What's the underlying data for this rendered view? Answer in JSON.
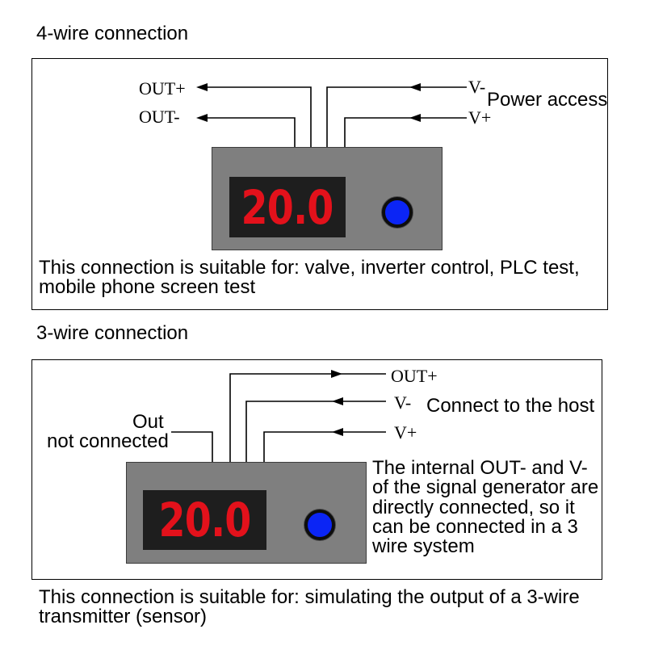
{
  "colors": {
    "device_body": "#7f7f7f",
    "display_bg": "#1e1e1e",
    "digits": "#e3111b",
    "knob": "#0b25f5",
    "line": "#000000"
  },
  "four_wire": {
    "title": "4-wire connection",
    "out_plus": "OUT+",
    "out_minus": "OUT-",
    "v_minus": "V-",
    "v_plus": "V+",
    "power_label": "Power access",
    "display_value": "20.0",
    "note": [
      "This connection is suitable for: valve, inverter control, PLC test,",
      "mobile phone screen test"
    ]
  },
  "three_wire": {
    "title": "3-wire connection",
    "out_plus": "OUT+",
    "v_minus": "V-",
    "v_plus": "V+",
    "host_label": "Connect to the host",
    "out_not_connected": [
      "Out",
      "not connected"
    ],
    "display_value": "20.0",
    "internal_note": [
      "The internal OUT- and V-",
      "of the signal generator are",
      "directly connected, so it",
      "can be connected in a 3",
      "wire system"
    ],
    "note": [
      "This connection is suitable for: simulating the output of a 3-wire",
      "transmitter (sensor)"
    ]
  }
}
